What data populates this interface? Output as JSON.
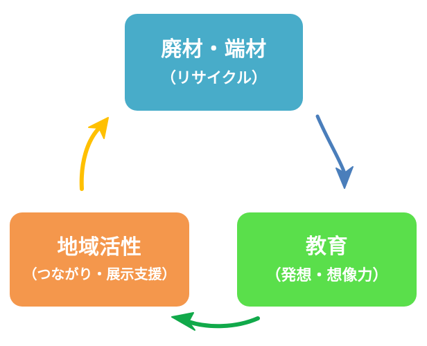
{
  "diagram": {
    "type": "cycle",
    "background_color": "#ffffff",
    "nodes": [
      {
        "id": "recycle",
        "title": "廃材・端材",
        "subtitle": "（リサイクル）",
        "color": "#48acc9",
        "position": "top"
      },
      {
        "id": "education",
        "title": "教育",
        "subtitle": "（発想・想像力）",
        "color": "#5adf4b",
        "position": "bottom-right"
      },
      {
        "id": "community",
        "title": "地域活性",
        "subtitle": "（つながり・展示支援）",
        "color": "#f4974c",
        "position": "bottom-left"
      }
    ],
    "arrows": [
      {
        "id": "recycle-to-education",
        "from": "recycle",
        "to": "education",
        "color": "#4a7ebb",
        "direction": "down-right"
      },
      {
        "id": "education-to-community",
        "from": "education",
        "to": "community",
        "color": "#11a94a",
        "direction": "left"
      },
      {
        "id": "community-to-recycle",
        "from": "community",
        "to": "recycle",
        "color": "#ffc000",
        "direction": "up-right"
      }
    ]
  }
}
